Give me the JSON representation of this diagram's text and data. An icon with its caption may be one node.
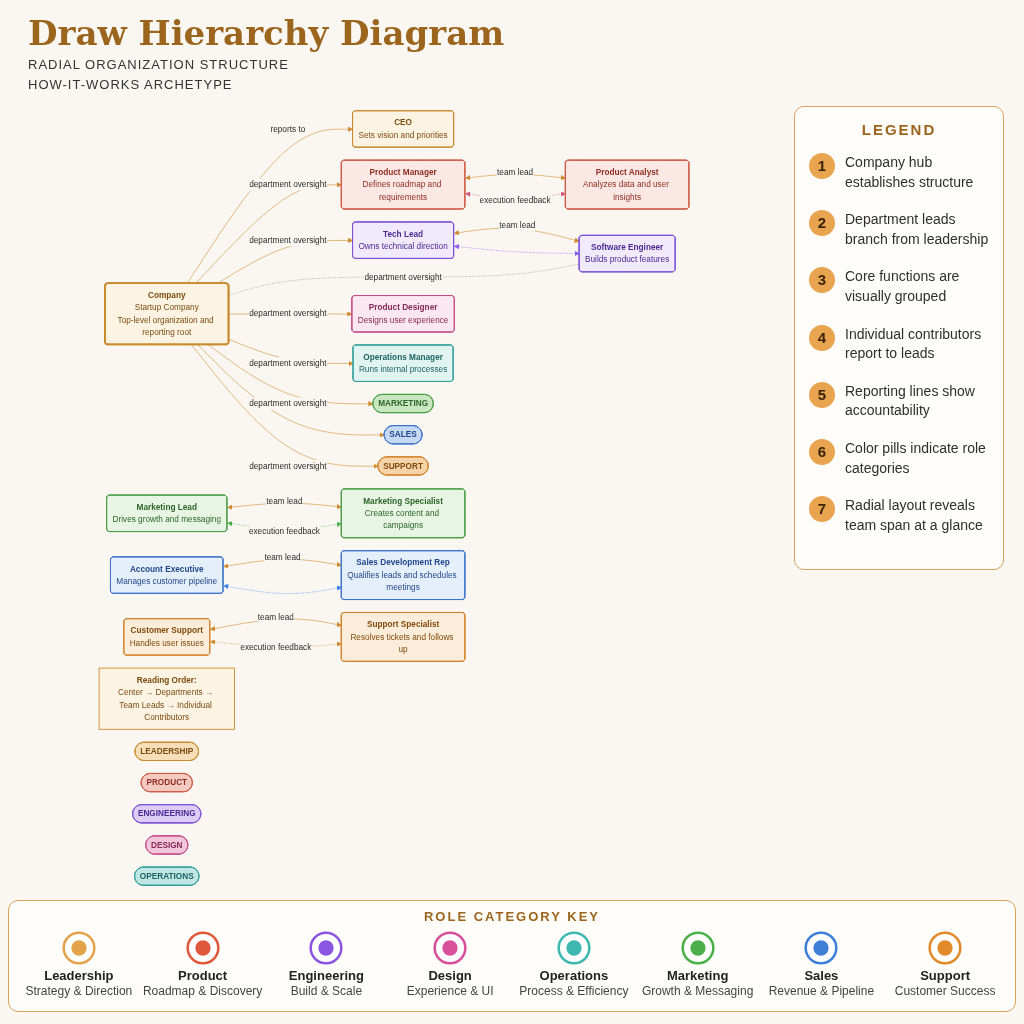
{
  "diagram": {
    "title": "Draw Hierarchy Diagram",
    "nodes": [
      {
        "text": [
          "Reading Order:",
          "Center → Departments → Team Leads → Individual Contributors"
        ]
      },
      {
        "text": [
          "LEADERSHIP"
        ]
      },
      {
        "text": [
          "CEO",
          "Sets vision and priorities"
        ]
      },
      {
        "text": [
          "PRODUCT"
        ]
      },
      {
        "text": [
          "Product Manager",
          "Defines roadmap and requirements"
        ]
      },
      {
        "text": [
          "Product Analyst",
          "Analyzes data and user insights"
        ]
      },
      {
        "text": [
          "ENGINEERING"
        ]
      },
      {
        "text": [
          "Tech Lead",
          "Owns technical direction"
        ]
      },
      {
        "text": [
          "Software Engineer",
          "Builds product features"
        ]
      },
      {
        "text": [
          "Company",
          "Startup Company",
          "Top-level organization and reporting root"
        ]
      },
      {
        "text": [
          "DESIGN"
        ]
      },
      {
        "text": [
          "Product Designer",
          "Designs user experience"
        ]
      },
      {
        "text": [
          "OPERATIONS"
        ]
      },
      {
        "text": [
          "Operations Manager",
          "Runs internal processes"
        ]
      },
      {
        "text": [
          "MARKETING"
        ]
      },
      {
        "text": [
          "Marketing Lead",
          "Drives growth and messaging"
        ]
      },
      {
        "text": [
          "Marketing Specialist",
          "Creates content and campaigns"
        ]
      },
      {
        "text": [
          "SALES"
        ]
      },
      {
        "text": [
          "Account Executive",
          "Manages customer pipeline"
        ]
      },
      {
        "text": [
          "Sales Development Rep",
          "Qualifies leads and schedules meetings"
        ]
      },
      {
        "text": [
          "SUPPORT"
        ]
      },
      {
        "text": [
          "Customer Support",
          "Handles user issues"
        ]
      },
      {
        "text": [
          "Support Specialist",
          "Resolves tickets and follows up"
        ]
      }
    ],
    "edges": [
      {
        "from": 9,
        "to": 2,
        "arrow": "to",
        "label": "reports to"
      },
      {
        "from": 9,
        "to": 4,
        "arrow": "to",
        "label": "department oversight"
      },
      {
        "from": 9,
        "to": 7,
        "arrow": "to",
        "label": "department oversight"
      },
      {
        "from": 9,
        "to": 8,
        "arrow": "none",
        "label": "department oversight",
        "style": "dashed",
        "color": "#8a8f98"
      },
      {
        "from": 4,
        "to": 5,
        "arrow": "both",
        "label": "team lead"
      },
      {
        "from": 4,
        "to": 5,
        "arrow": "both",
        "label": "execution feedback",
        "style": "dashed",
        "color": "#d0567a"
      },
      {
        "from": 7,
        "to": 8,
        "arrow": "both",
        "label": "team lead"
      },
      {
        "from": 7,
        "to": 8,
        "arrow": "both",
        "style": "dashed",
        "color": "#8b5cf6"
      },
      {
        "from": 9,
        "to": 11,
        "arrow": "to",
        "label": "department oversight"
      },
      {
        "from": 9,
        "to": 13,
        "arrow": "to",
        "label": "department oversight"
      },
      {
        "from": 9,
        "to": 14,
        "arrow": "to",
        "label": "department oversight"
      },
      {
        "from": 9,
        "to": 17,
        "arrow": "to"
      },
      {
        "from": 9,
        "to": 20,
        "arrow": "to",
        "label": "department oversight"
      },
      {
        "from": 15,
        "to": 16,
        "arrow": "both",
        "label": "team lead"
      },
      {
        "from": 15,
        "to": 16,
        "arrow": "both",
        "label": "execution feedback",
        "style": "dashed",
        "color": "#4caf50"
      },
      {
        "from": 18,
        "to": 19,
        "arrow": "both",
        "label": "team lead"
      },
      {
        "from": 18,
        "to": 19,
        "arrow": "both",
        "style": "dashed",
        "color": "#3b82f6"
      },
      {
        "from": 21,
        "to": 22,
        "arrow": "both",
        "label": "team lead"
      },
      {
        "from": 21,
        "to": 22,
        "arrow": "both",
        "label": "execution feedback",
        "style": "dashed"
      }
    ],
    "labels": [
      "RADIAL ORGANIZATION STRUCTURE",
      "HOW-IT-WORKS ARCHETYPE",
      "LEGEND",
      "1",
      "Company hub establishes structure",
      "2",
      "Department leads branch from leadership",
      "3",
      "Core functions are visually grouped",
      "4",
      "Individual contributors report to leads",
      "5",
      "Reporting lines show accountability",
      "6",
      "Color pills indicate role categories",
      "7",
      "Radial layout reveals team span at a glance",
      "ROLE CATEGORY KEY",
      "Strategy & Direction",
      "Roadmap & Discovery",
      "Build & Scale",
      "Experience & UI",
      "Process & Efficiency",
      "Growth & Messaging",
      "Revenue & Pipeline",
      "Customer Success"
    ],
    "legend": [
      {
        "text": "Leadership",
        "color": "#e3a34a"
      },
      {
        "text": "Product",
        "color": "#e0583c"
      },
      {
        "text": "Engineering",
        "color": "#8a55e0"
      },
      {
        "text": "Design",
        "color": "#d8509a"
      },
      {
        "text": "Operations",
        "color": "#3fb8b0"
      },
      {
        "text": "Marketing",
        "color": "#4cb04a"
      },
      {
        "text": "Sales",
        "color": "#3f7fd8"
      },
      {
        "text": "Support",
        "color": "#e08a2a"
      }
    ]
  }
}
